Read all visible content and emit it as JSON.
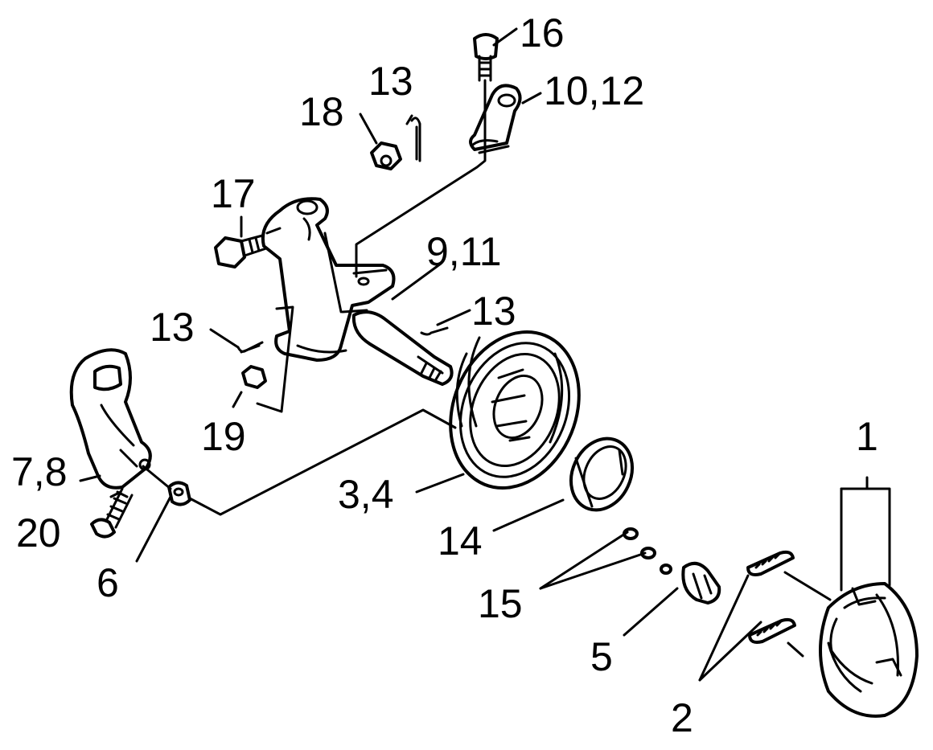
{
  "labels": {
    "l16": "16",
    "l13a": "13",
    "l10_12": "10,12",
    "l18": "18",
    "l17": "17",
    "l9_11": "9,11",
    "l13b": "13",
    "l13c": "13",
    "l19": "19",
    "l1": "1",
    "l7_8": "7,8",
    "l3_4": "3,4",
    "l20": "20",
    "l14": "14",
    "l6": "6",
    "l15": "15",
    "l5": "5",
    "l2": "2"
  }
}
